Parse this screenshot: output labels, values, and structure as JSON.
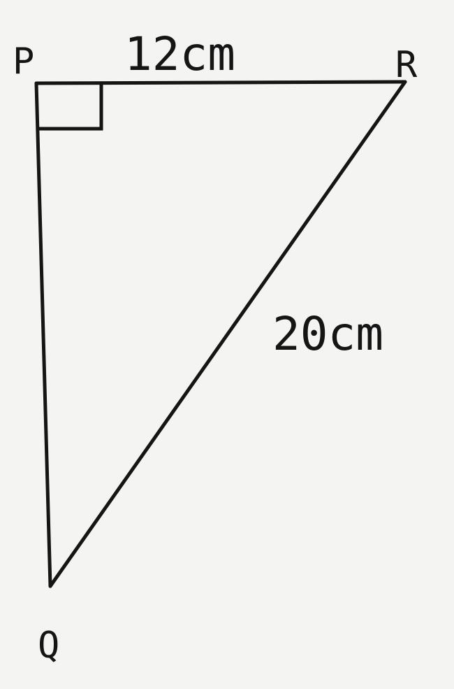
{
  "diagram": {
    "vertices": {
      "p": "P",
      "r": "R",
      "q": "Q"
    },
    "lengths": {
      "pr": "12cm",
      "rq": "20cm"
    },
    "right_angle_at": "P"
  }
}
